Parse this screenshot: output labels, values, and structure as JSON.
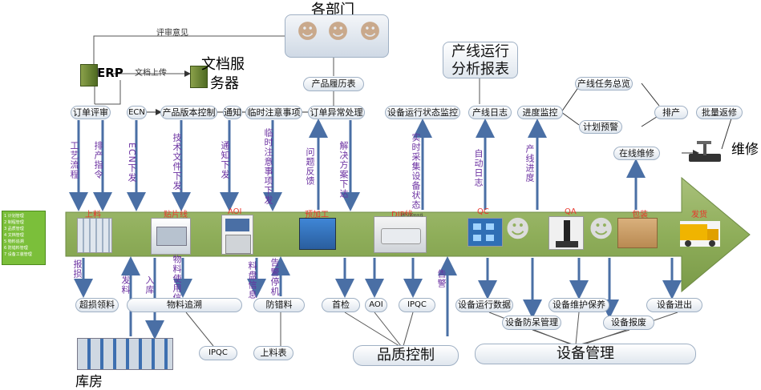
{
  "top": {
    "departments": "各部门",
    "review_comments": "评审意见",
    "erp": "ERP",
    "doc_upload": "文档上传",
    "doc_server_line1": "文档服",
    "doc_server_line2": "务器",
    "product_history": "产品履历表",
    "analysis_line1": "产线运行",
    "analysis_line2": "分析报表"
  },
  "pills_top": {
    "order_review": "订单评审",
    "ecn": "ECN",
    "version_control": "产品版本控制",
    "notice": "通知",
    "temp_notes": "临时注意事项",
    "order_exception": "订单异常处理",
    "equip_monitor": "设备运行状态监控",
    "line_log": "产线日志",
    "progress_monitor": "进度监控",
    "task_overview": "产线任务总览",
    "scheduling": "排产",
    "plan_warning": "计划预警",
    "batch_return": "批量返修",
    "online_repair": "在线维修",
    "repair": "维修"
  },
  "vlabels_top": {
    "process_flow": "工艺流程",
    "production_order": "排产指令",
    "ecn_issue": "ECN下发",
    "tech_doc_issue": "技术文件下发",
    "notice_issue": "通知下发",
    "temp_notes_issue": "临时注意事项下发",
    "problem_feedback": "问题反馈",
    "solution_issue": "解决方案下达",
    "realtime_collect": "实时采集设备状态",
    "auto_log": "自动日志",
    "line_progress": "产线进度"
  },
  "stages": {
    "feeding": "上料",
    "smt": "贴片线",
    "aoi": "AOI",
    "preprocess": "预加工",
    "dip": "DIP线",
    "qc": "QC",
    "qa": "QA",
    "packing": "包装",
    "shipping": "发货",
    "dip_tag": "DIP-200mm线"
  },
  "sidebar": [
    "1 计划管理",
    "2 制程管理",
    "3 品质管理",
    "4 文档管理",
    "5 物料追溯",
    "6 防错料管理",
    "7 设备工装管理"
  ],
  "vlabels_bottom": {
    "report_loss": "报损",
    "issue_material": "发料",
    "warehouse_in": "入库",
    "material_usage": "物料使用信息",
    "material_info": "料盘信息",
    "alarm_stop": "告警停机",
    "alarm": "告警"
  },
  "pills_bottom": {
    "excess_loss": "超损领料",
    "material_trace": "物料追溯",
    "ipqc1": "IPQC",
    "anti_error": "防错料",
    "feed_table": "上料表",
    "first_inspect": "首检",
    "aoi": "AOI",
    "ipqc2": "IPQC",
    "quality_control": "品质控制",
    "equip_data": "设备运行数据",
    "equip_maint": "设备维护保养",
    "equip_anti_fool": "设备防呆管理",
    "equip_scrap": "设备报废",
    "equip_inout": "设备进出",
    "equip_manage": "设备管理",
    "warehouse": "库房"
  }
}
